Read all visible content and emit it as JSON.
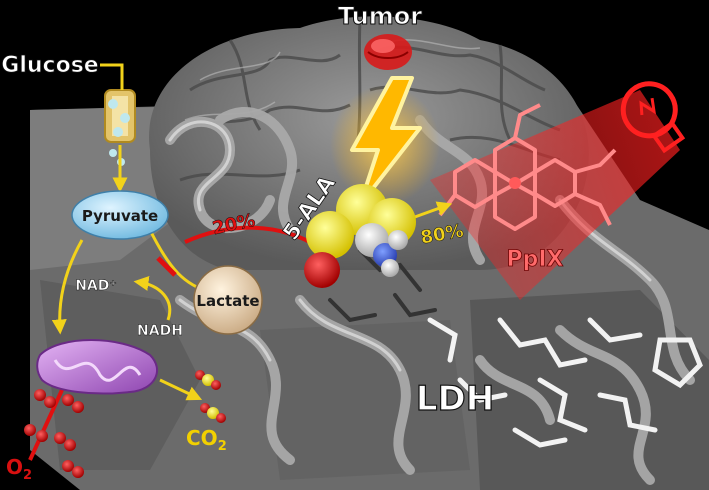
{
  "labels": {
    "tumor": "Tumor",
    "glucose": "Glucose",
    "pyruvate": "Pyruvate",
    "lactate": "Lactate",
    "nad_plus": "NAD⁺",
    "nadh": "NADH",
    "five_ala": "5-ALA",
    "ppix": "PpIX",
    "ldh": "LDH",
    "co2_main": "CO",
    "co2_sub": "2",
    "o2_main": "O",
    "o2_sub": "2",
    "pct_20": "20%",
    "pct_80": "80%"
  },
  "colors": {
    "red_arrow": "#e01010",
    "yellow_arrow": "#f2d21a",
    "pyruvate_fill": "#8fd3f2",
    "lactate_fill": "#e7d2b0",
    "mito_fill": "#c07bd8",
    "co2_label": "#f2d000",
    "o2_label": "#d81010"
  },
  "icons": [
    "lightning-bolt-icon",
    "light-bulb-icon",
    "tumor-blob-icon"
  ]
}
